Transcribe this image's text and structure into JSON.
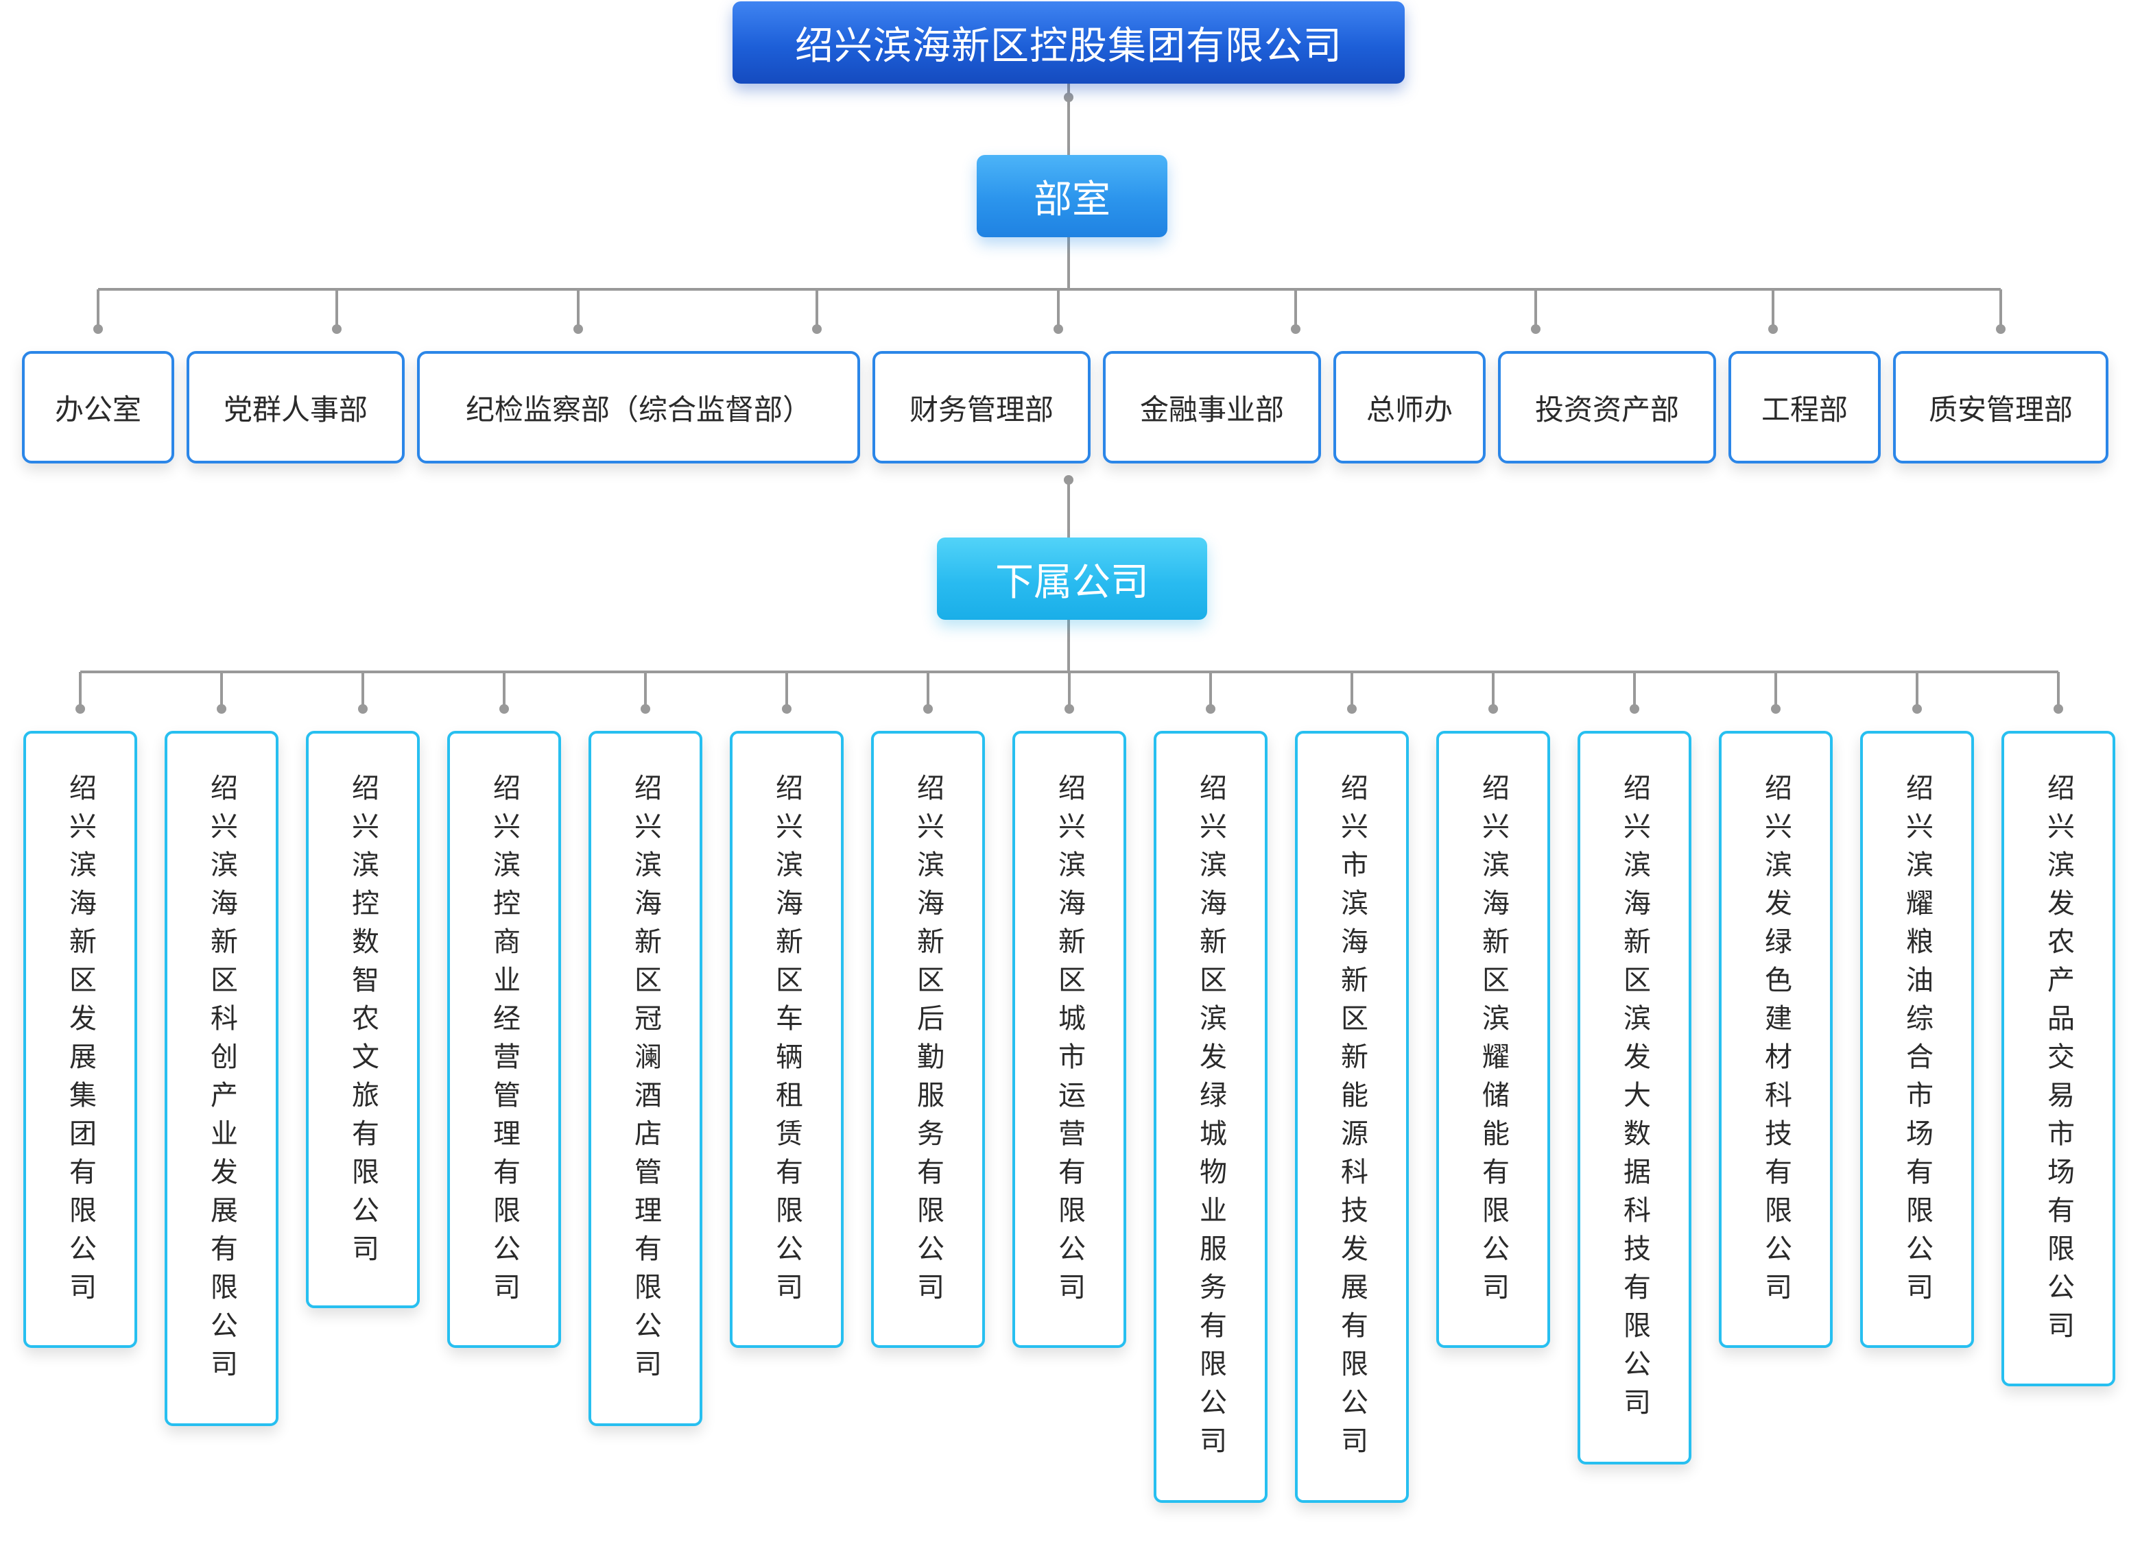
{
  "root": {
    "label": "绍兴滨海新区控股集团有限公司"
  },
  "departments_header": {
    "label": "部室"
  },
  "departments": [
    "办公室",
    "党群人事部",
    "纪检监察部（综合监督部）",
    "财务管理部",
    "金融事业部",
    "总师办",
    "投资资产部",
    "工程部",
    "质安管理部"
  ],
  "subsidiaries_header": {
    "label": "下属公司"
  },
  "subsidiaries": [
    "绍兴滨海新区发展集团有限公司",
    "绍兴滨海新区科创产业发展有限公司",
    "绍兴滨控数智农文旅有限公司",
    "绍兴滨控商业经营管理有限公司",
    "绍兴滨海新区冠澜酒店管理有限公司",
    "绍兴滨海新区车辆租赁有限公司",
    "绍兴滨海新区后勤服务有限公司",
    "绍兴滨海新区城市运营有限公司",
    "绍兴滨海新区滨发绿城物业服务有限公司",
    "绍兴市滨海新区新能源科技发展有限公司",
    "绍兴滨海新区滨耀储能有限公司",
    "绍兴滨海新区滨发大数据科技有限公司",
    "绍兴滨发绿色建材科技有限公司",
    "绍兴滨耀粮油综合市场有限公司",
    "绍兴滨发农产品交易市场有限公司"
  ],
  "colors": {
    "root": "#1d5fd8",
    "departments_header": "#2b94ec",
    "subsidiaries_header": "#29bbf0",
    "department_border": "#2b86e8",
    "subsidiary_border": "#27bff0",
    "connector": "#999999"
  }
}
